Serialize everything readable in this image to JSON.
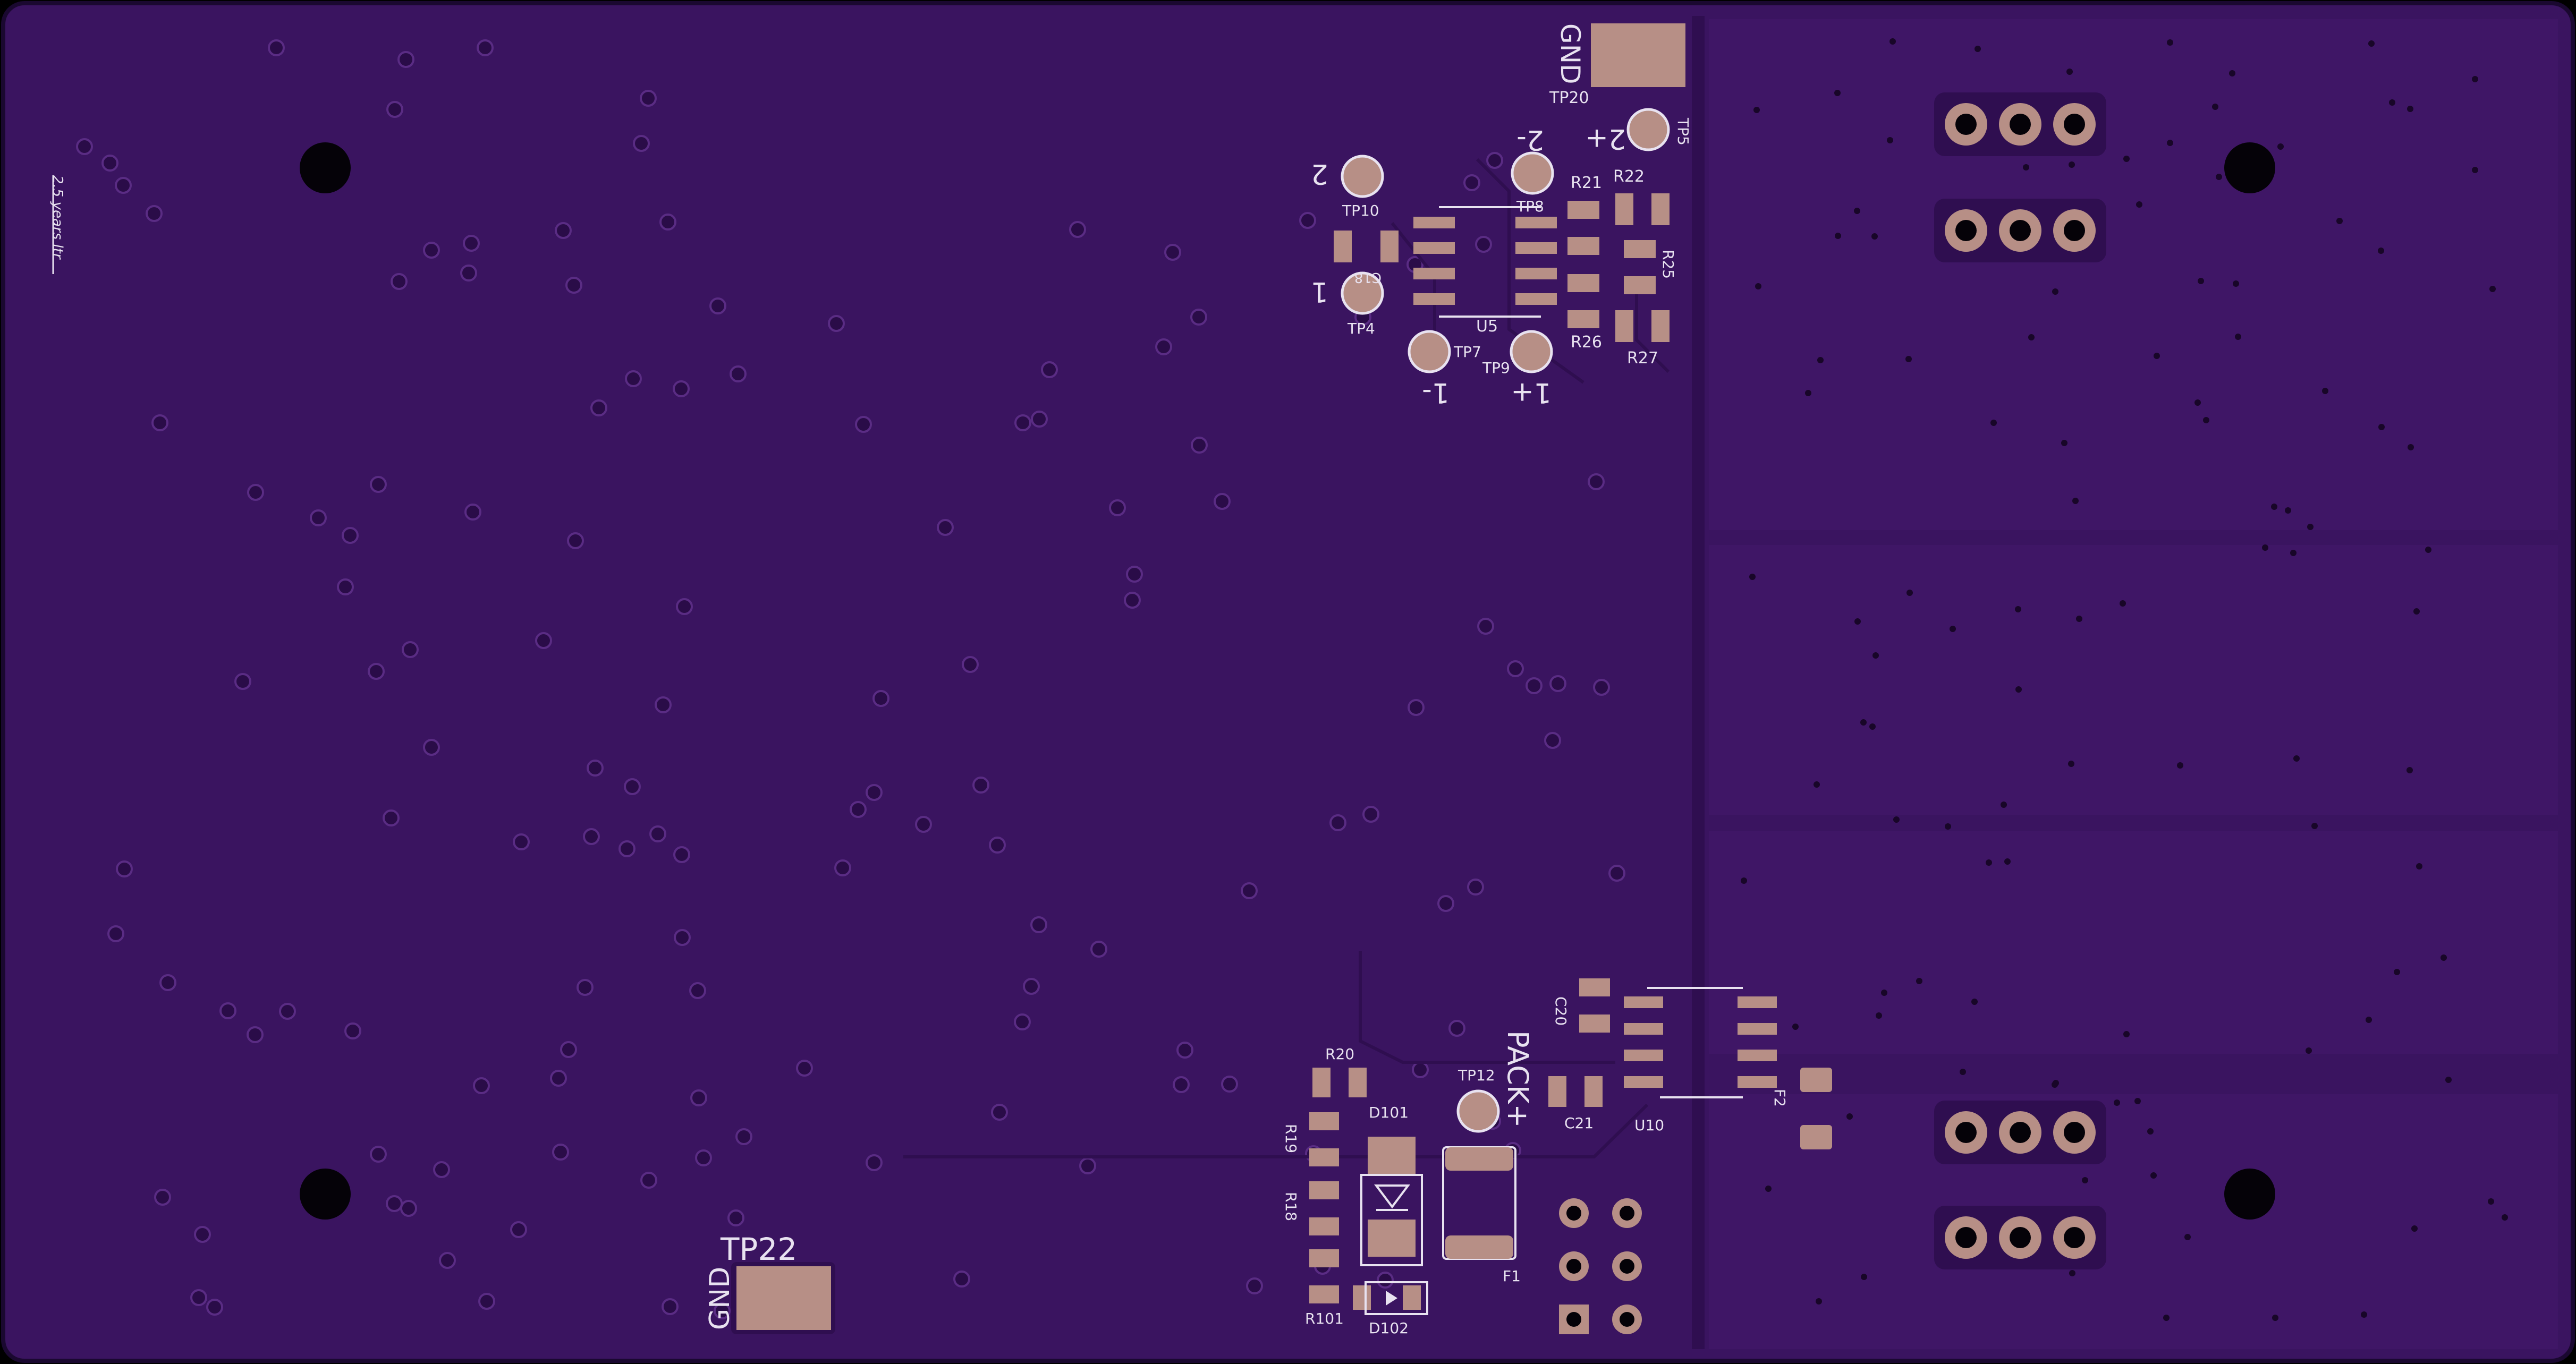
{
  "board": {
    "colors": {
      "substrate": "#3a1460",
      "copper_region": "#3f1666",
      "channel": "#2f0e50",
      "pad": "#b78f86",
      "silk": "#e8e2f0",
      "hole": "#050208"
    },
    "note": "2.5 years ltr",
    "labels": {
      "gnd_top": "GND",
      "gnd_bottom": "GND",
      "pack_plus": "PACK+",
      "n2": "2",
      "n1": "1",
      "v2minus": "2-",
      "v2plus": "2+",
      "v1minus": "1-",
      "v1plus": "1+"
    },
    "refdes": {
      "TP20": "TP20",
      "TP5": "TP5",
      "TP10": "TP10",
      "TP8": "TP8",
      "TP4": "TP4",
      "TP7": "TP7",
      "TP9": "TP9",
      "TP12": "TP12",
      "TP22": "TP22",
      "R21": "R21",
      "R22": "R22",
      "R25": "R25",
      "R26": "R26",
      "R27": "R27",
      "R20": "R20",
      "R19": "R19",
      "R18": "R18",
      "R101": "R101",
      "U5": "U5",
      "U10": "U10",
      "C20": "C20",
      "C21": "C21",
      "D101": "D101",
      "D102": "D102",
      "F1": "F1",
      "F2": "F2",
      "C18": "C18"
    }
  }
}
